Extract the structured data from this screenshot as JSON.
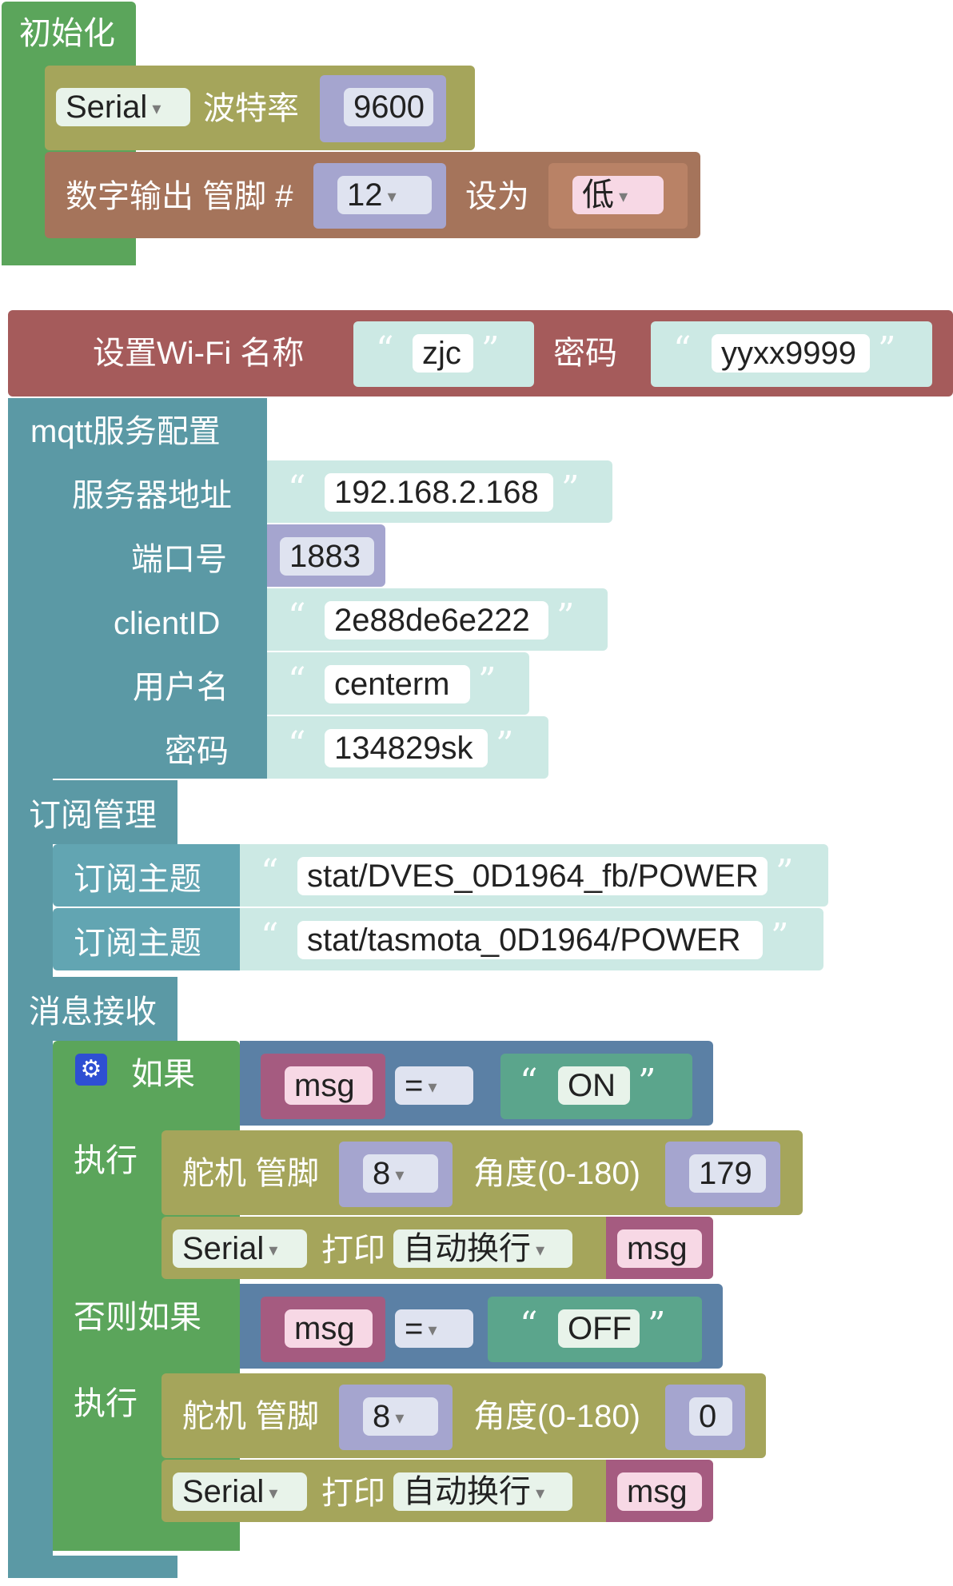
{
  "init": {
    "title": "初始化",
    "serial": {
      "port": "Serial",
      "baud_label": "波特率",
      "baud": "9600"
    },
    "digital": {
      "label": "数字输出 管脚 #",
      "pin": "12",
      "set_label": "设为",
      "level": "低"
    }
  },
  "wifi": {
    "label": "设置Wi-Fi  名称",
    "ssid": "zjc",
    "pwd_label": "密码",
    "password": "yyxx9999"
  },
  "mqtt": {
    "title": "mqtt服务配置",
    "server_label": "服务器地址",
    "server": "192.168.2.168",
    "port_label": "端口号",
    "port": "1883",
    "client_label": "clientID",
    "client": "2e88de6e222",
    "user_label": "用户名",
    "user": "centerm",
    "pwd_label": "密码",
    "password": "134829sk"
  },
  "subscribe": {
    "title": "订阅管理",
    "items": [
      {
        "label": "订阅主题",
        "topic": "stat/DVES_0D1964_fb/POWER"
      },
      {
        "label": "订阅主题",
        "topic": "stat/tasmota_0D1964/POWER"
      }
    ]
  },
  "receive": {
    "title": "消息接收",
    "if_label": "如果",
    "do_label": "执行",
    "elif_label": "否则如果",
    "cond1": {
      "var": "msg",
      "op": "=",
      "value": "ON"
    },
    "servo1": {
      "label": "舵机 管脚",
      "pin": "8",
      "angle_label": "角度(0-180)",
      "angle": "179"
    },
    "print1": {
      "port": "Serial",
      "label": "打印",
      "mode": "自动换行",
      "var": "msg"
    },
    "cond2": {
      "var": "msg",
      "op": "=",
      "value": "OFF"
    },
    "servo2": {
      "label": "舵机 管脚",
      "pin": "8",
      "angle_label": "角度(0-180)",
      "angle": "0"
    },
    "print2": {
      "port": "Serial",
      "label": "打印",
      "mode": "自动换行",
      "var": "msg"
    }
  },
  "icons": {
    "gear": "gear-icon"
  },
  "colors": {
    "setup": "#5ba55b",
    "serial": "#a5a55b",
    "digital": "#a5745b",
    "wifi": "#a55b5b",
    "mqtt": "#5b99a5",
    "text": "#cce9e4",
    "number": "#a5a5cf",
    "logic": "#5b80a5",
    "variable": "#a55b80",
    "string": "#5ba58c"
  }
}
